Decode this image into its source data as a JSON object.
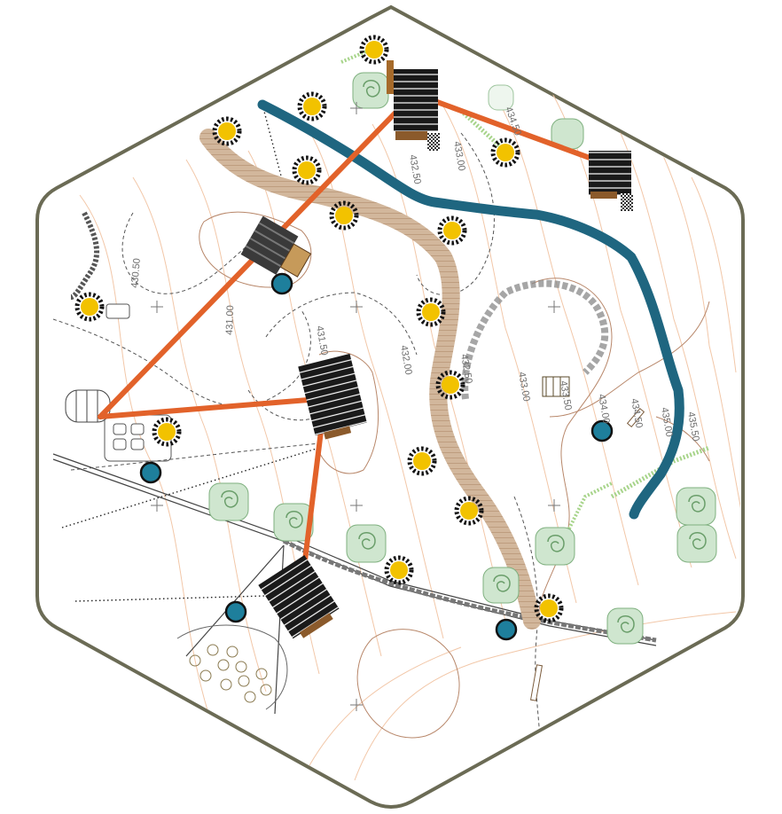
{
  "map": {
    "frame_shape": "hexagon",
    "colors": {
      "frame": "#6b6b55",
      "contour_major": "#b8876a",
      "contour_minor": "#f2c7a8",
      "dashed_contour": "#555555",
      "route_orange": "#e2622a",
      "river": "#1f6680",
      "path": "#c9a98a",
      "sun_marker": "#f2c200",
      "point_marker": "#1e7f9c",
      "building": "#1a1a1a",
      "tree_fill": "#cfe6cf",
      "tree_stroke": "#7fb07f"
    },
    "contour_labels": [
      {
        "text": "432.50"
      },
      {
        "text": "433.00"
      },
      {
        "text": "434.50"
      },
      {
        "text": "430.50"
      },
      {
        "text": "431.00"
      },
      {
        "text": "431.50"
      },
      {
        "text": "432.00"
      },
      {
        "text": "432.50"
      },
      {
        "text": "433.00"
      },
      {
        "text": "433.50"
      },
      {
        "text": "434.00"
      },
      {
        "text": "434.50"
      },
      {
        "text": "435.00"
      },
      {
        "text": "435.50"
      }
    ],
    "legend_items": [
      {
        "icon": "sun-marker-icon"
      },
      {
        "icon": "point-marker-icon"
      },
      {
        "icon": "building-icon"
      },
      {
        "icon": "tree-icon"
      }
    ]
  }
}
